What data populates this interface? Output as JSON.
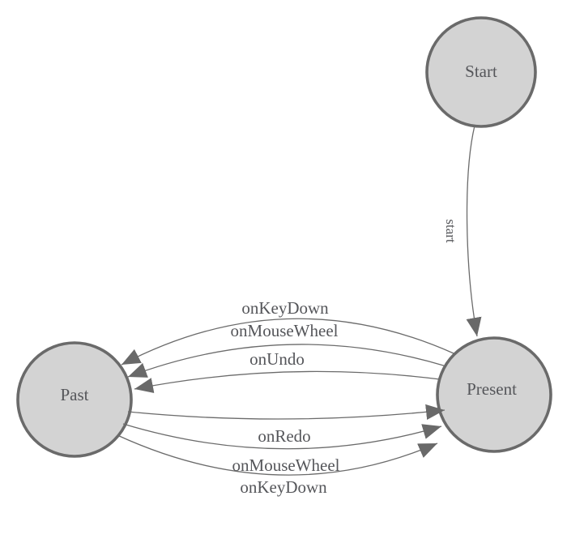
{
  "diagram": {
    "type": "state-machine",
    "colors": {
      "node_fill": "#d3d3d3",
      "node_stroke": "#6a6a6a",
      "edge_stroke": "#6b6b6b",
      "arrow_fill": "#696969",
      "label_text": "#55565a",
      "background": "#ffffff"
    },
    "nodes": [
      {
        "id": "start",
        "label": "Start"
      },
      {
        "id": "present",
        "label": "Present"
      },
      {
        "id": "past",
        "label": "Past"
      }
    ],
    "edges": [
      {
        "id": "start-to-present",
        "label": "start",
        "from": "Start",
        "to": "Present"
      },
      {
        "id": "present-to-past-keydown",
        "label": "onKeyDown",
        "from": "Present",
        "to": "Past"
      },
      {
        "id": "present-to-past-mousewheel",
        "label": "onMouseWheel",
        "from": "Present",
        "to": "Past"
      },
      {
        "id": "present-to-past-undo",
        "label": "onUndo",
        "from": "Present",
        "to": "Past"
      },
      {
        "id": "past-to-present-redo",
        "label": "onRedo",
        "from": "Past",
        "to": "Present"
      },
      {
        "id": "past-to-present-mousewheel",
        "label": "onMouseWheel",
        "from": "Past",
        "to": "Present"
      },
      {
        "id": "past-to-present-keydown",
        "label": "onKeyDown",
        "from": "Past",
        "to": "Present"
      }
    ]
  }
}
